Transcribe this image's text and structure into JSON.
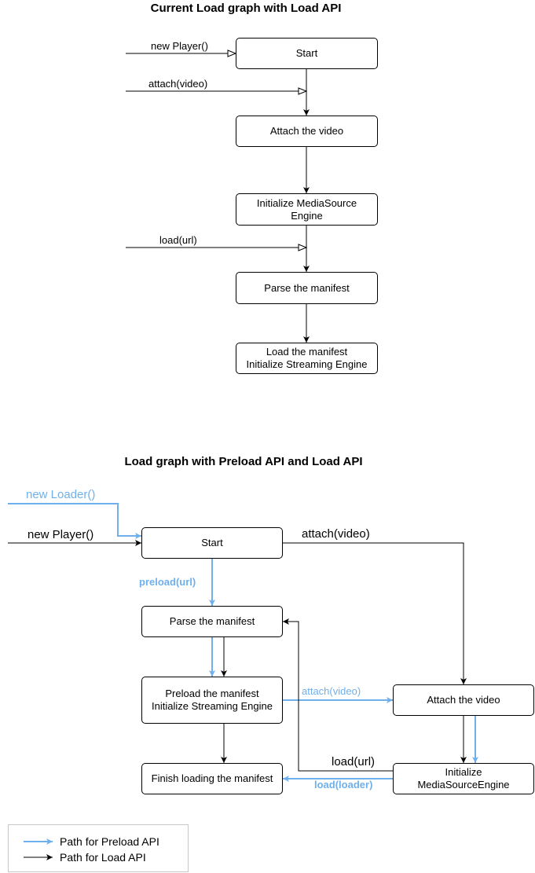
{
  "diagram_top": {
    "title": "Current Load graph with Load API",
    "nodes": {
      "start": "Start",
      "attach_video": "Attach the video",
      "init_mse": "Initialize MediaSource\nEngine",
      "parse_manifest": "Parse the manifest",
      "load_manifest": "Load the manifest\nInitialize Streaming Engine"
    },
    "edges": {
      "new_player": "new Player()",
      "attach_video": "attach(video)",
      "load_url": "load(url)"
    }
  },
  "diagram_bottom": {
    "title": "Load graph with Preload API and Load API",
    "nodes": {
      "start": "Start",
      "parse_manifest": "Parse the manifest",
      "preload_manifest": "Preload the manifest\nInitialize Streaming Engine",
      "attach_video": "Attach the video",
      "init_mse": "Initialize\nMediaSourceEngine",
      "finish_loading": "Finish loading the manifest"
    },
    "edges": {
      "new_loader": "new Loader()",
      "new_player": "new Player()",
      "attach_video_black": "attach(video)",
      "preload_url": "preload(url)",
      "attach_video_blue": "attach(video)",
      "load_url": "load(url)",
      "load_loader": "load(loader)"
    }
  },
  "legend": {
    "preload_path": "Path for Preload API",
    "load_path": "Path for Load API"
  },
  "colors": {
    "preload_path": "#6fb0ec",
    "load_path": "#000000"
  }
}
